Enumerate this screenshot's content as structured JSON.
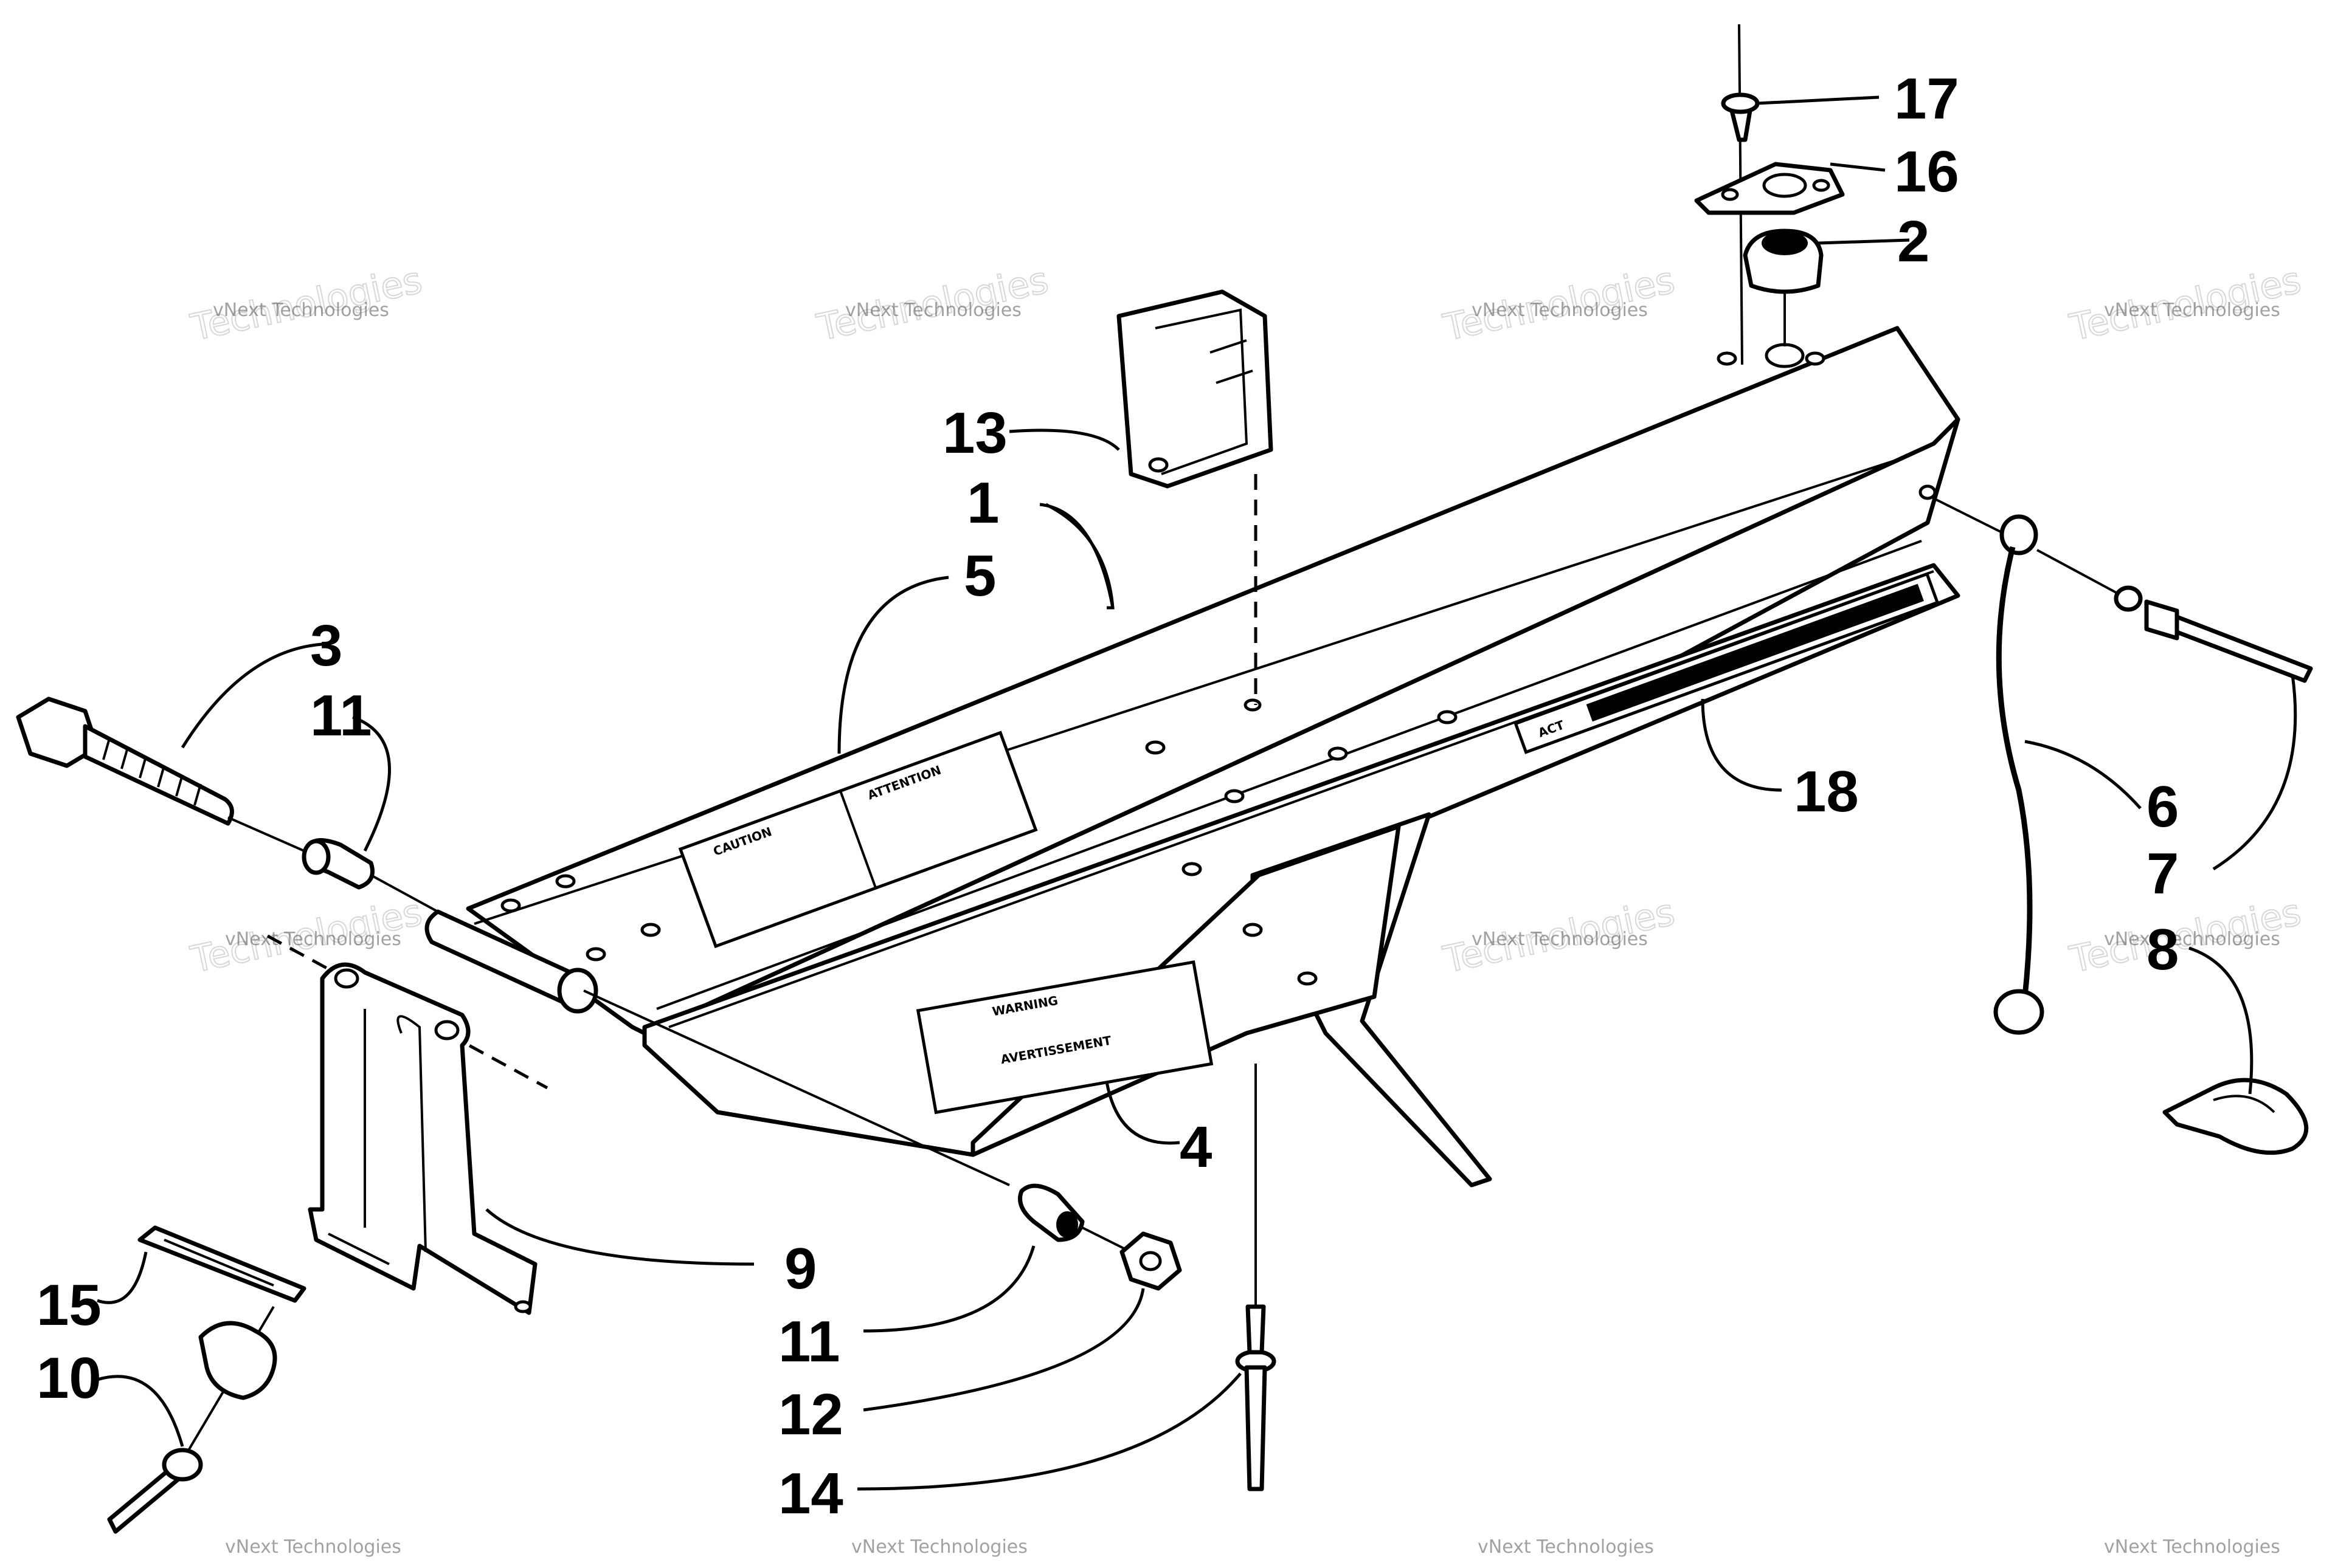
{
  "watermark": {
    "line1": "vNext",
    "line2": "Technologies",
    "small": "vNext Technologies"
  },
  "callouts": [
    {
      "id": "c1",
      "text": "1"
    },
    {
      "id": "c2",
      "text": "2"
    },
    {
      "id": "c3",
      "text": "3"
    },
    {
      "id": "c4",
      "text": "4"
    },
    {
      "id": "c5",
      "text": "5"
    },
    {
      "id": "c6",
      "text": "6"
    },
    {
      "id": "c7",
      "text": "7"
    },
    {
      "id": "c8",
      "text": "8"
    },
    {
      "id": "c9",
      "text": "9"
    },
    {
      "id": "c10",
      "text": "10"
    },
    {
      "id": "c11a",
      "text": "11"
    },
    {
      "id": "c11b",
      "text": "11"
    },
    {
      "id": "c12",
      "text": "12"
    },
    {
      "id": "c13",
      "text": "13"
    },
    {
      "id": "c14",
      "text": "14"
    },
    {
      "id": "c15",
      "text": "15"
    },
    {
      "id": "c16",
      "text": "16"
    },
    {
      "id": "c17",
      "text": "17"
    },
    {
      "id": "c18",
      "text": "18"
    }
  ],
  "decals": {
    "caution": "CAUTION",
    "attention": "ATTENTION",
    "warning": "WARNING",
    "avertissement": "AVERTISSEMENT",
    "brand": "ACT"
  }
}
